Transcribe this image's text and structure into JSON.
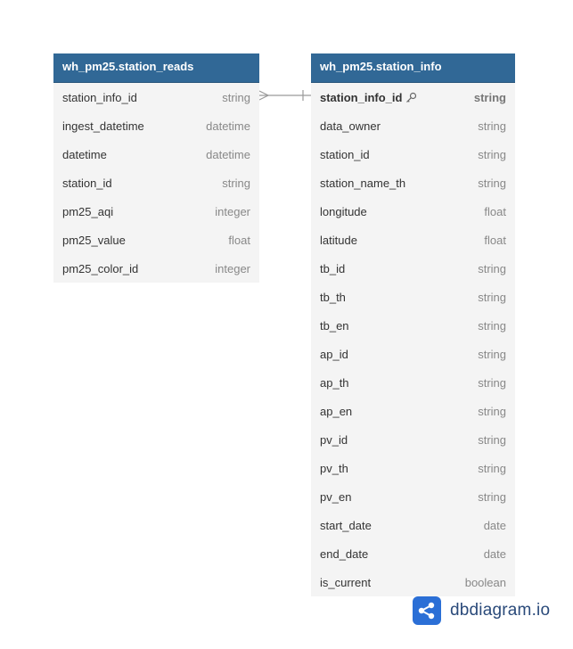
{
  "tables": [
    {
      "name": "wh_pm25.station_reads",
      "columns": [
        {
          "name": "station_info_id",
          "type": "string"
        },
        {
          "name": "ingest_datetime",
          "type": "datetime"
        },
        {
          "name": "datetime",
          "type": "datetime"
        },
        {
          "name": "station_id",
          "type": "string"
        },
        {
          "name": "pm25_aqi",
          "type": "integer"
        },
        {
          "name": "pm25_value",
          "type": "float"
        },
        {
          "name": "pm25_color_id",
          "type": "integer"
        }
      ]
    },
    {
      "name": "wh_pm25.station_info",
      "columns": [
        {
          "name": "station_info_id",
          "type": "string",
          "pk": true
        },
        {
          "name": "data_owner",
          "type": "string"
        },
        {
          "name": "station_id",
          "type": "string"
        },
        {
          "name": "station_name_th",
          "type": "string"
        },
        {
          "name": "longitude",
          "type": "float"
        },
        {
          "name": "latitude",
          "type": "float"
        },
        {
          "name": "tb_id",
          "type": "string"
        },
        {
          "name": "tb_th",
          "type": "string"
        },
        {
          "name": "tb_en",
          "type": "string"
        },
        {
          "name": "ap_id",
          "type": "string"
        },
        {
          "name": "ap_th",
          "type": "string"
        },
        {
          "name": "ap_en",
          "type": "string"
        },
        {
          "name": "pv_id",
          "type": "string"
        },
        {
          "name": "pv_th",
          "type": "string"
        },
        {
          "name": "pv_en",
          "type": "string"
        },
        {
          "name": "start_date",
          "type": "date"
        },
        {
          "name": "end_date",
          "type": "date"
        },
        {
          "name": "is_current",
          "type": "boolean"
        }
      ]
    }
  ],
  "relationship": {
    "from": "wh_pm25.station_reads.station_info_id",
    "to": "wh_pm25.station_info.station_info_id",
    "type": "many-to-one"
  },
  "colors": {
    "header": "#316896",
    "table_bg": "#f4f4f4",
    "brand": "#2b6fd6"
  },
  "brand": {
    "text": "dbdiagram.io",
    "icon": "share-nodes-icon"
  }
}
